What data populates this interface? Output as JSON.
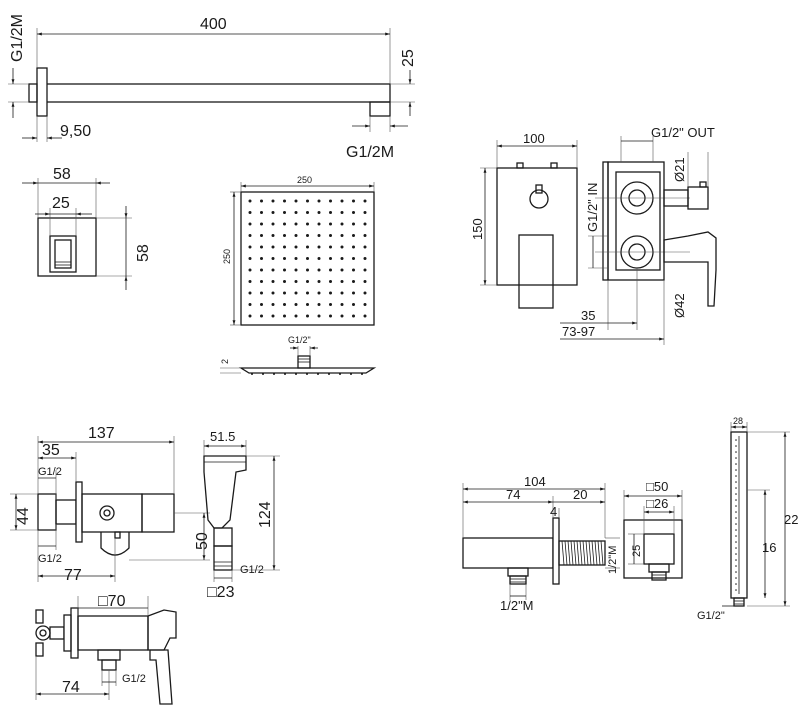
{
  "shower_arm": {
    "length": "400",
    "height": "25",
    "wall_thread": "G1/2M",
    "outlet_thread": "G1/2M",
    "flange_offset": "9,50"
  },
  "wall_flange": {
    "outer": "58",
    "inner": "25",
    "height": "58"
  },
  "shower_head": {
    "width": "250",
    "height": "250",
    "thickness": "2",
    "connection": "G1/2\""
  },
  "mixer": {
    "width": "100",
    "height": "150",
    "outlet_label": "G1/2\" OUT",
    "inlet_label": "G1/2\" IN",
    "diverter_dia": "Ø21",
    "handle_dia": "Ø42",
    "depth_min": "35",
    "depth_range": "73-97"
  },
  "bidet_valve": {
    "total_length": "137",
    "body_offset": "35",
    "thread_top": "G1/2",
    "height": "44",
    "thread_bottom": "G1/2",
    "body_length": "77",
    "holder_height": "50"
  },
  "hand_spray": {
    "head_width": "51.5",
    "total_length": "124",
    "thread": "G1/2",
    "base": "□23"
  },
  "angle_valve": {
    "square": "□70",
    "length": "74",
    "thread": "G1/2"
  },
  "wall_outlet": {
    "total_length": "104",
    "body_length": "74",
    "thread_length": "20",
    "flange_thickness": "4",
    "thread": "1/2\"M",
    "side_thread": "1/2\"M",
    "flange_square": "□50",
    "body_square": "□26",
    "outlet_height": "25"
  },
  "hand_shower": {
    "width": "28",
    "length": "22",
    "grip_length": "16",
    "thread": "G1/2\""
  }
}
